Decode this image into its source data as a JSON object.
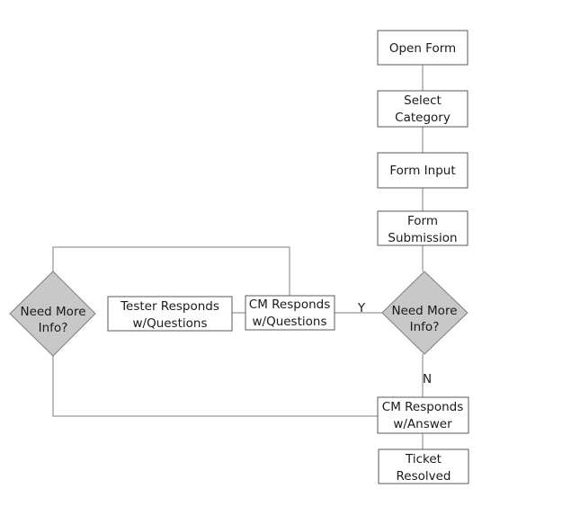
{
  "nodes": {
    "open_form": {
      "line1": "Open Form"
    },
    "select_category": {
      "line1": "Select",
      "line2": "Category"
    },
    "form_input": {
      "line1": "Form Input"
    },
    "form_submission": {
      "line1": "Form",
      "line2": "Submission"
    },
    "decision_right": {
      "line1": "Need More",
      "line2": "Info?"
    },
    "cm_responds_questions": {
      "line1": "CM Responds",
      "line2": "w/Questions"
    },
    "tester_responds": {
      "line1": "Tester Responds",
      "line2": "w/Questions"
    },
    "decision_left": {
      "line1": "Need More",
      "line2": "Info?"
    },
    "cm_responds_answer": {
      "line1": "CM Responds",
      "line2": "w/Answer"
    },
    "ticket_resolved": {
      "line1": "Ticket",
      "line2": "Resolved"
    }
  },
  "edges": {
    "yes_label": "Y",
    "no_label": "N"
  }
}
